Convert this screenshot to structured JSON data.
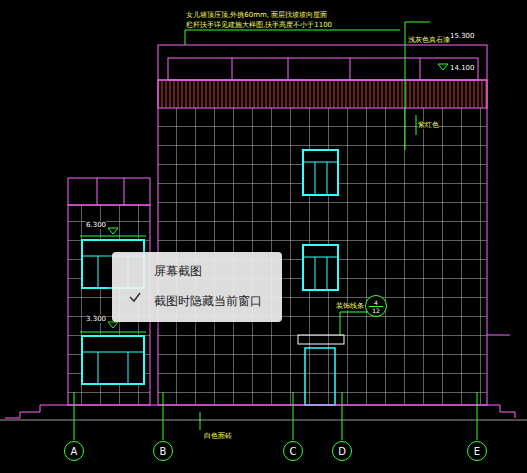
{
  "diagram": {
    "nodes": [
      {
        "text": [
          "屏幕截图",
          "截图时隐藏当前窗口"
        ]
      },
      {
        "text": [
          "4",
          "12"
        ]
      },
      {
        "text": [
          "A"
        ]
      },
      {
        "text": [
          "B"
        ]
      },
      {
        "text": [
          "C"
        ]
      },
      {
        "text": [
          "D"
        ]
      },
      {
        "text": [
          "E"
        ]
      }
    ],
    "labels": [
      "女儿墙顶压顶,外挑60mm, 面层找坡坡向屋面",
      "栏杆扶手详见建施大样图,扶手高度不小于1100",
      "浅灰色真石漆",
      "15.300",
      "14.100",
      "紫红色",
      "6.300",
      "3.300",
      "装饰线条",
      "白色面砖"
    ]
  }
}
